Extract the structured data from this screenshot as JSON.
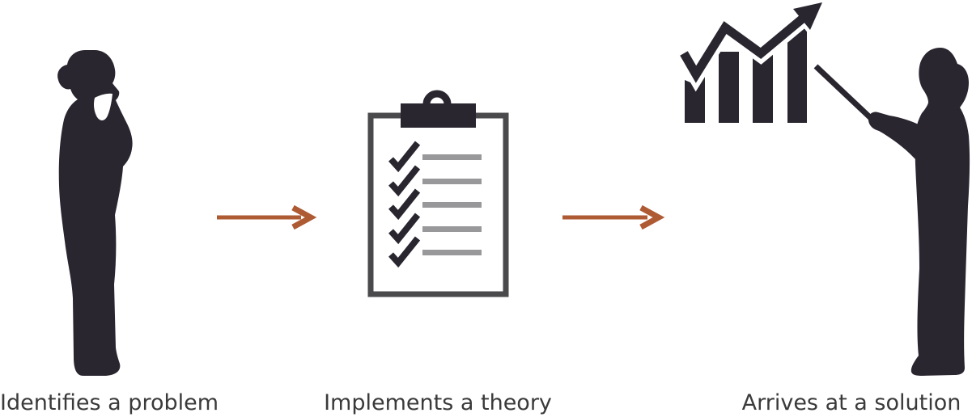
{
  "figure": {
    "type": "process-flow",
    "steps": [
      {
        "label": "Identifies a problem",
        "icon": "thinking-person-icon"
      },
      {
        "label": "Implements a theory",
        "icon": "clipboard-checklist-icon"
      },
      {
        "label": "Arrives at a solution",
        "icon": "presenter-bar-chart-icon"
      }
    ],
    "connector_style": "right-arrow"
  },
  "colors": {
    "background": "#ffffff",
    "silhouette": "#2a2630",
    "clipboard_border": "#4a4a4d",
    "checklist_line_gray": "#98989a",
    "arrow_accent": "#ae5a33",
    "label_text": "#3a3a3a"
  }
}
